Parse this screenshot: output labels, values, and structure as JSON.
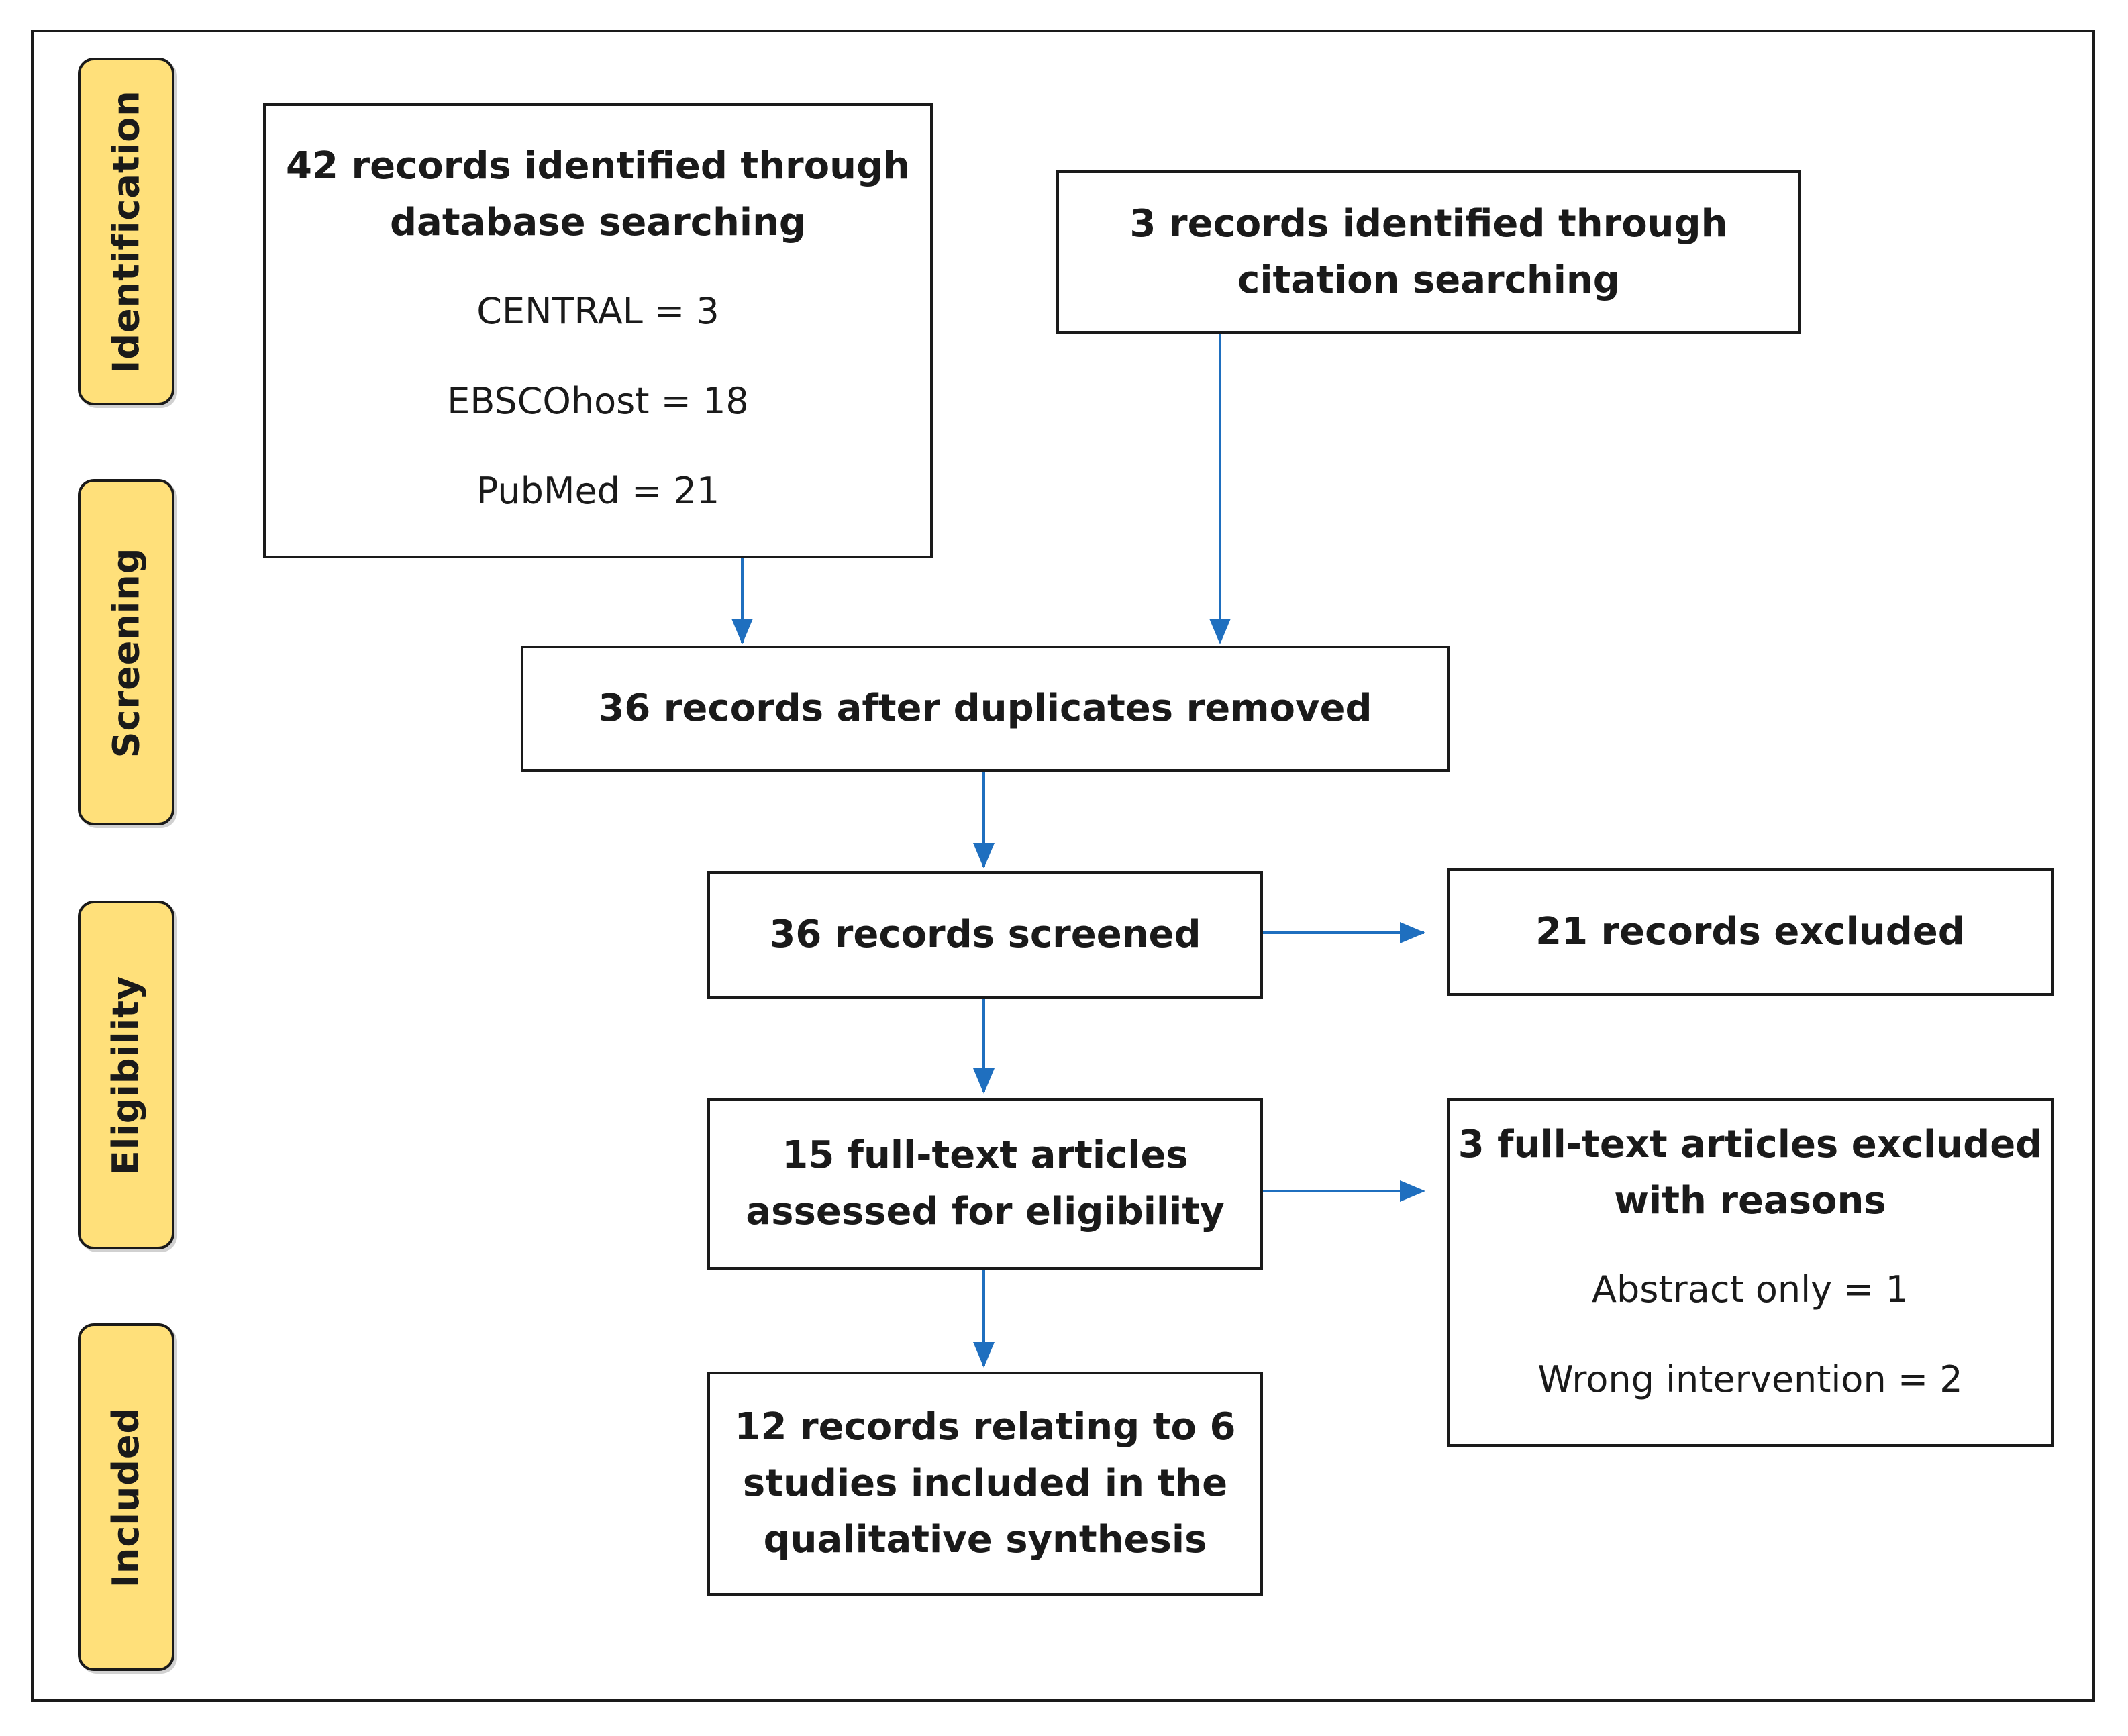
{
  "stages": {
    "identification": "Identification",
    "screening": "Screening",
    "eligibility": "Eligibility",
    "included": "Included"
  },
  "boxes": {
    "database_search": {
      "line1": "42 records identified through",
      "line2": "database searching",
      "central": "CENTRAL = 3",
      "ebsco": "EBSCOhost = 18",
      "pubmed": "PubMed = 21"
    },
    "citation_search": {
      "line1": "3 records identified through",
      "line2": "citation searching"
    },
    "after_duplicates": {
      "line1": "36 records after duplicates removed"
    },
    "screened": {
      "line1": "36 records screened"
    },
    "excluded": {
      "line1": "21 records excluded"
    },
    "full_text": {
      "line1": "15 full-text articles",
      "line2": "assessed for eligibility"
    },
    "full_text_excluded": {
      "line1": "3 full-text articles excluded",
      "line2": "with reasons",
      "abstract_only": "Abstract only = 1",
      "wrong_intervention": "Wrong intervention = 2"
    },
    "included": {
      "line1": "12 records relating to 6",
      "line2": "studies included in the",
      "line3": "qualitative synthesis"
    }
  },
  "colors": {
    "arrow": "#1f6fbf",
    "stage_fill": "#ffe07a",
    "border": "#1a1a1a"
  }
}
